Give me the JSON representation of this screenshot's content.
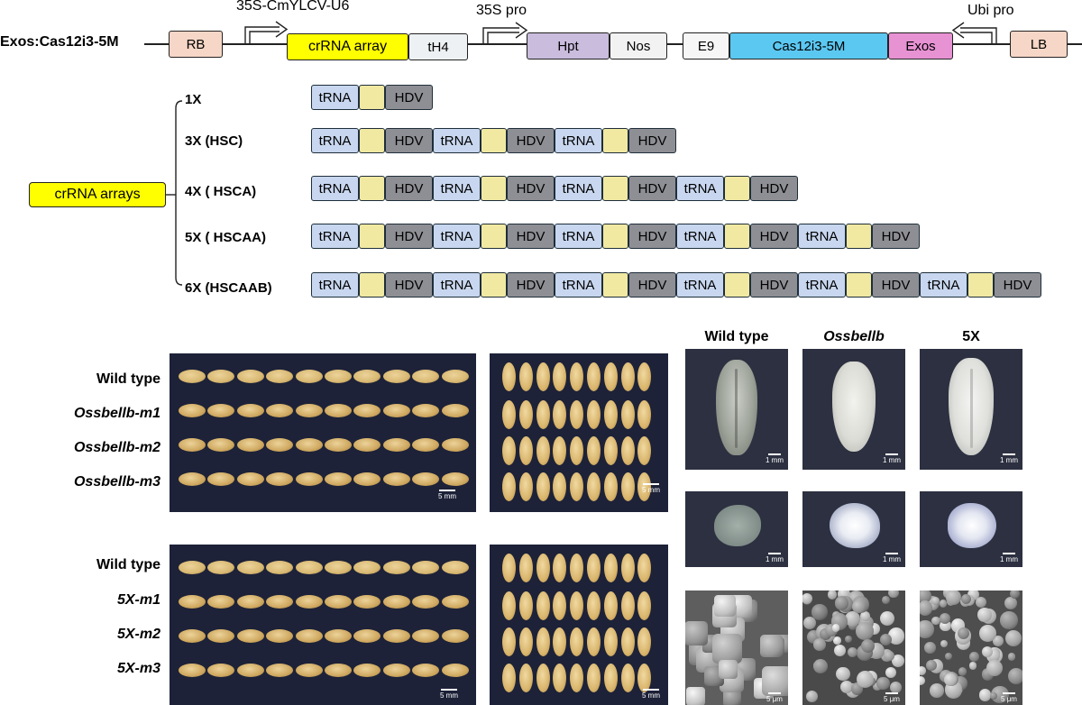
{
  "construct": {
    "name": "Exos:Cas12i3-5M",
    "promoters": {
      "u6": "35S-CmYLCV-U6",
      "s35": "35S pro",
      "ubi": "Ubi pro"
    },
    "elements": {
      "rb": "RB",
      "crrna": "crRNA array",
      "th4": "tH4",
      "hpt": "Hpt",
      "nos": "Nos",
      "e9": "E9",
      "cas": "Cas12i3-5M",
      "exos": "Exos",
      "lb": "LB"
    },
    "colors": {
      "rb": "#f6d6c6",
      "crrna": "#ffff00",
      "hpt": "#c9bcdd",
      "cas": "#5bc8f2",
      "exos": "#e792d3"
    }
  },
  "arrays": {
    "label": "crRNA arrays",
    "segment_text": {
      "trna": "tRNA",
      "hdv": "HDV"
    },
    "rows": [
      {
        "label": "1X",
        "units": 1
      },
      {
        "label": "3X (HSC)",
        "units": 3
      },
      {
        "label": "4X ( HSCA)",
        "units": 4
      },
      {
        "label": "5X ( HSCAA)",
        "units": 5
      },
      {
        "label": "6X (HSCAAB)",
        "units": 6
      }
    ]
  },
  "grain_panels": {
    "top_rows": [
      "Wild type",
      "Ossbellb-m1",
      "Ossbellb-m2",
      "Ossbellb-m3"
    ],
    "bottom_rows": [
      "Wild type",
      "5X-m1",
      "5X-m2",
      "5X-m3"
    ],
    "scale_grain": "5 mm"
  },
  "microscopy": {
    "columns": [
      "Wild type",
      "Ossbellb",
      "5X"
    ],
    "scale_seed": "1 mm",
    "scale_sem": "5 μm"
  }
}
